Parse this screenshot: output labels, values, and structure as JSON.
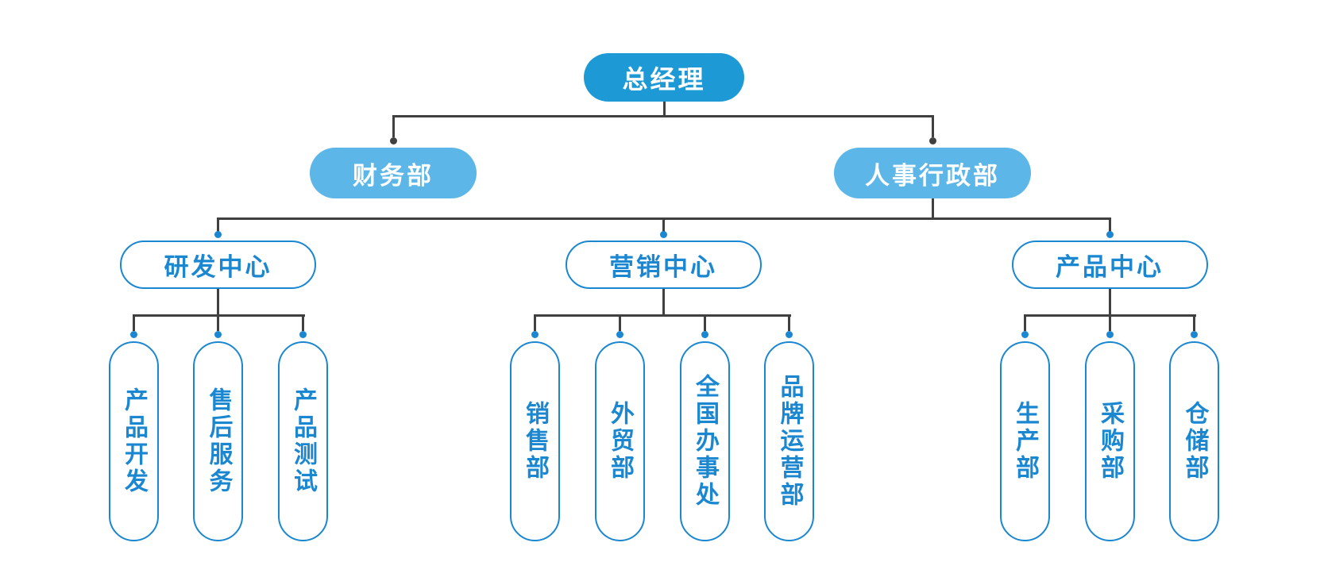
{
  "diagram": {
    "type": "org-chart",
    "colors": {
      "level1_fill": "#1d9ad6",
      "level2_fill": "#5cb6e8",
      "outline_and_text_blue": "#1b87d1",
      "connector_line": "#404040",
      "background": "#ffffff"
    },
    "tree": {
      "label": "总经理",
      "children": [
        {
          "label": "财务部",
          "children": []
        },
        {
          "label": "人事行政部",
          "children": [
            {
              "label": "研发中心",
              "children": [
                {
                  "label": "产品开发"
                },
                {
                  "label": "售后服务"
                },
                {
                  "label": "产品测试"
                }
              ]
            },
            {
              "label": "营销中心",
              "children": [
                {
                  "label": "销售部"
                },
                {
                  "label": "外贸部"
                },
                {
                  "label": "全国办事处"
                },
                {
                  "label": "品牌运营部"
                }
              ]
            },
            {
              "label": "产品中心",
              "children": [
                {
                  "label": "生产部"
                },
                {
                  "label": "采购部"
                },
                {
                  "label": "仓储部"
                }
              ]
            }
          ]
        }
      ]
    }
  }
}
